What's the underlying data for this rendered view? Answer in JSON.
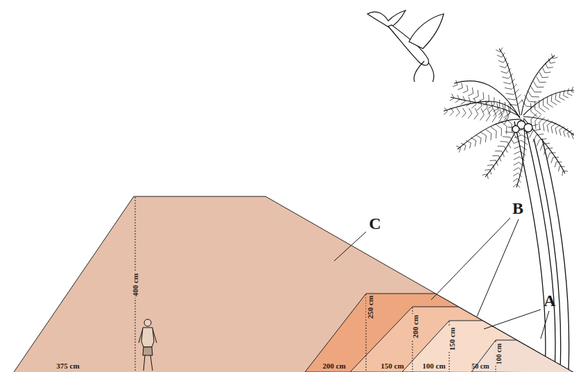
{
  "diagram": {
    "labels": [
      "C",
      "B",
      "A",
      "400 cm",
      "375 cm",
      "250 cm",
      "200 cm",
      "200 cm",
      "150 cm",
      "150 cm",
      "100 cm",
      "100 cm",
      "50 cm"
    ]
  }
}
